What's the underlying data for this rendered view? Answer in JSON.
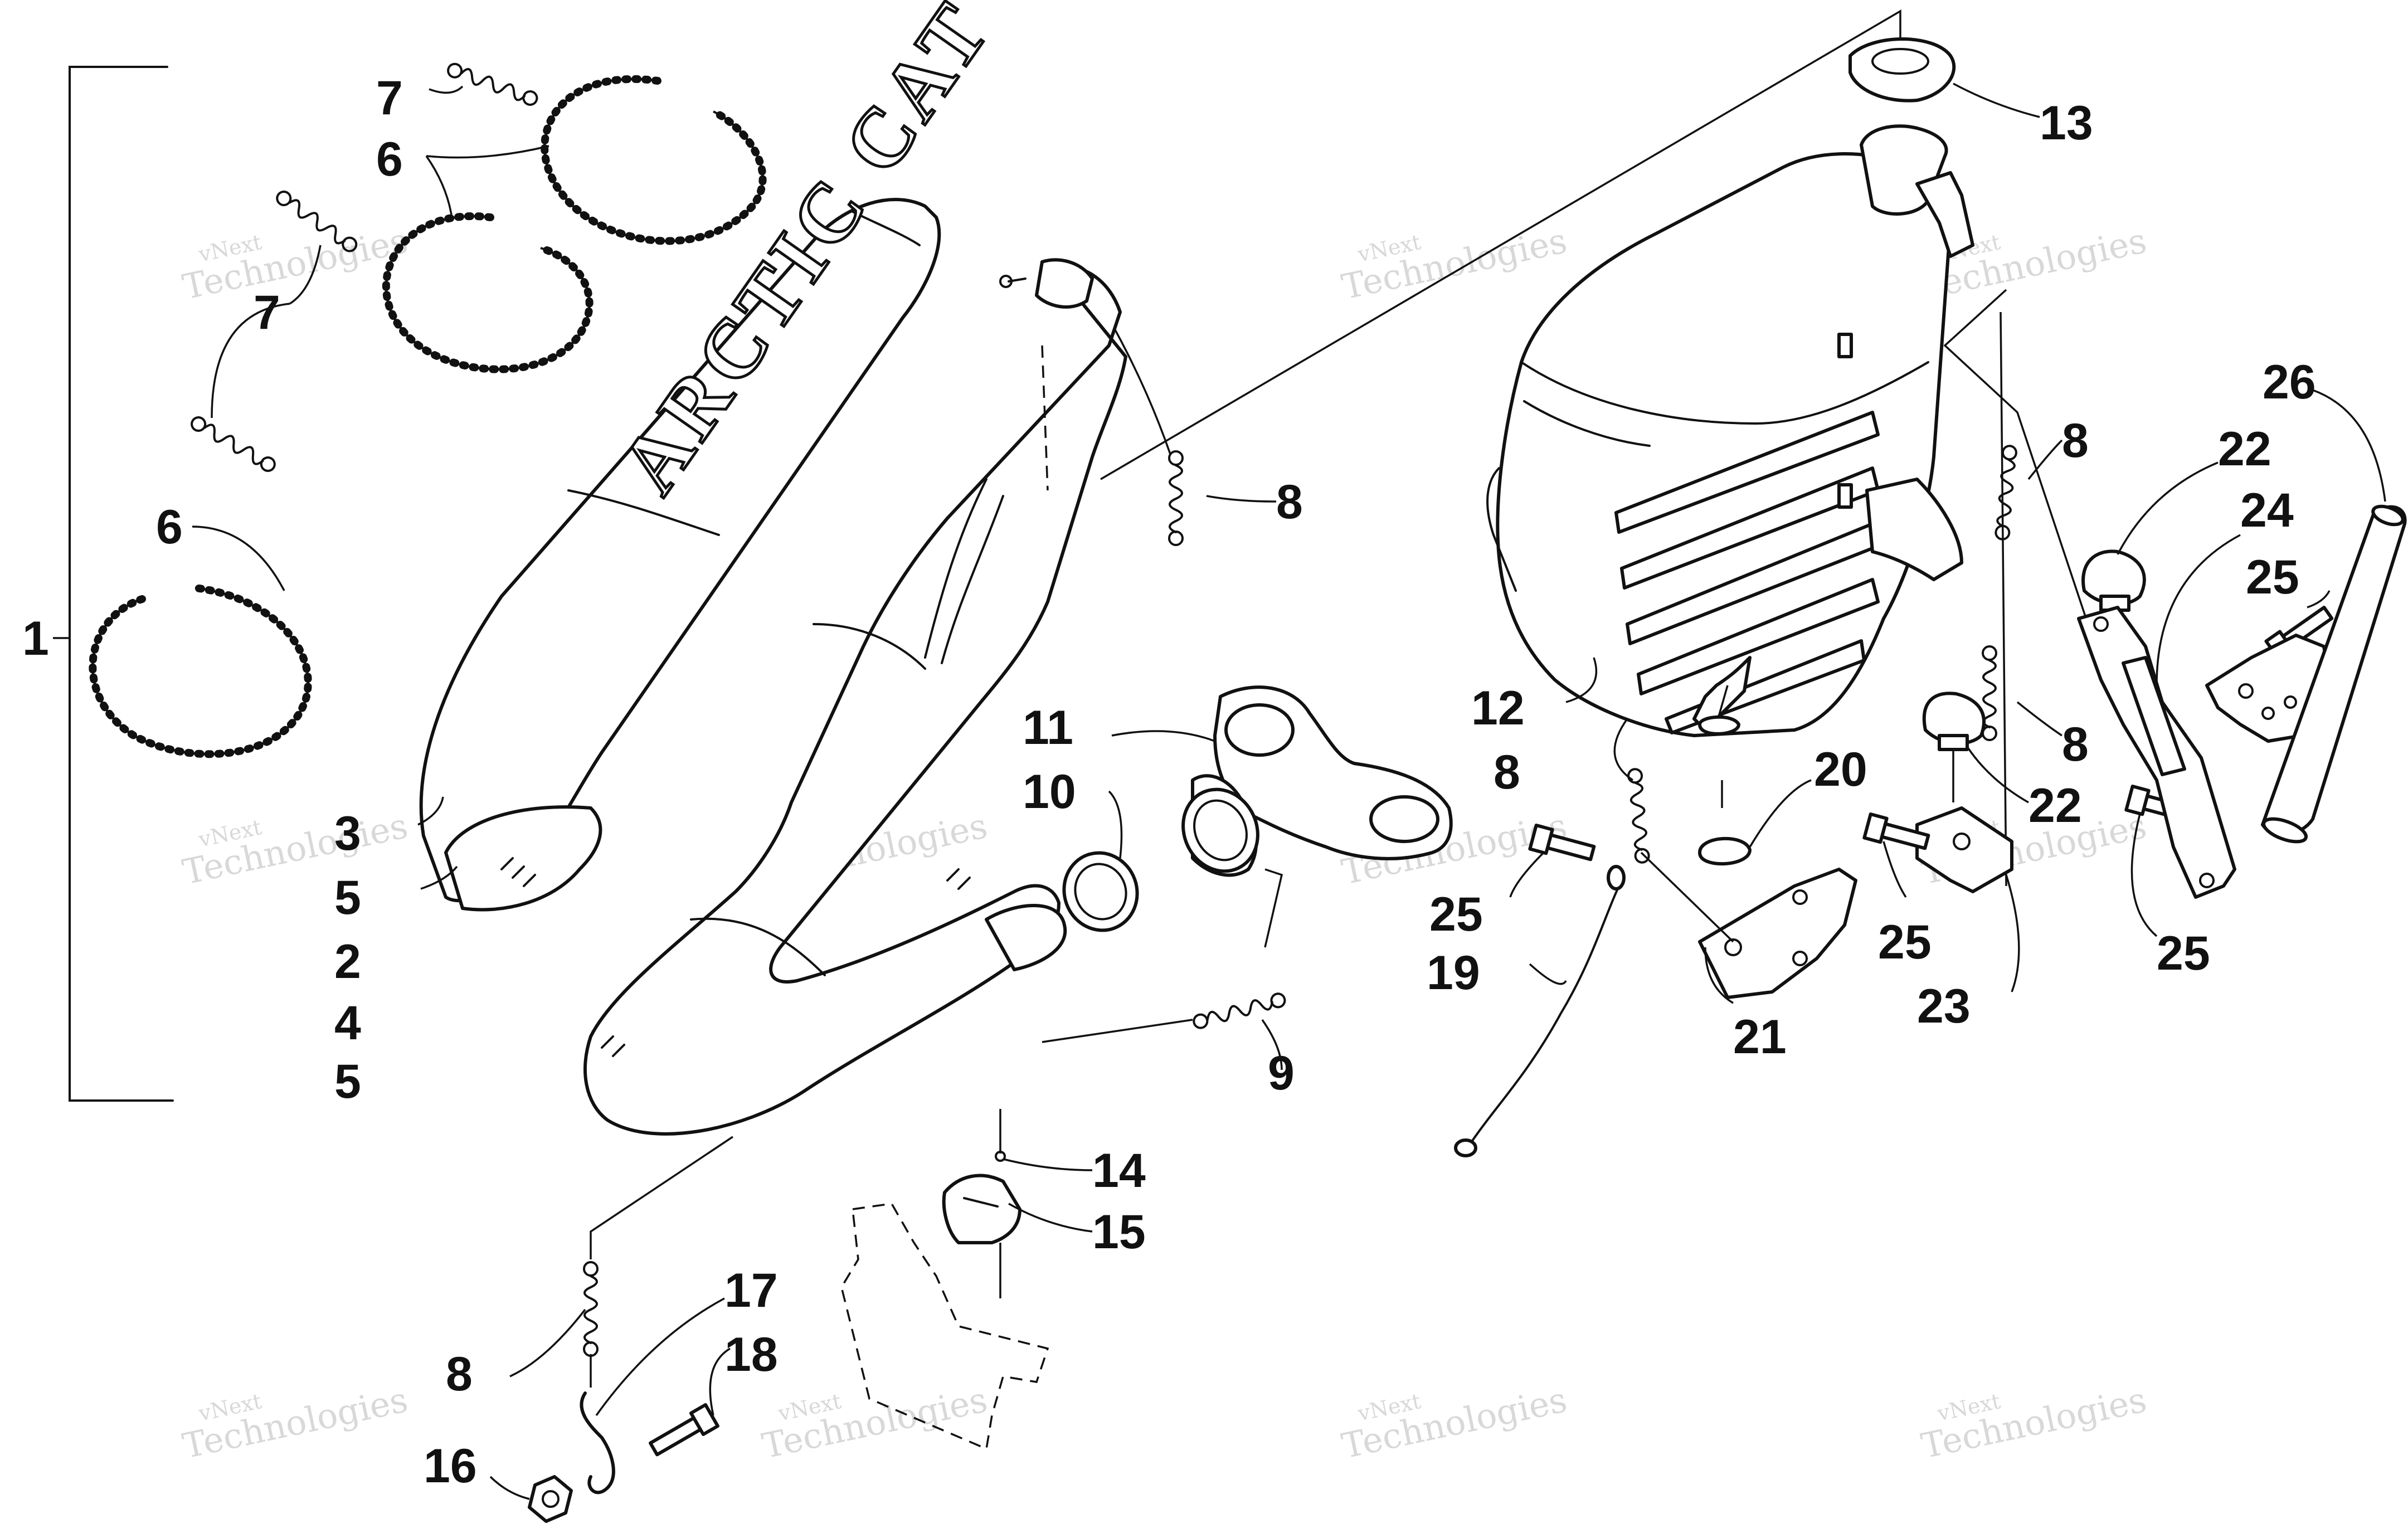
{
  "callouts": [
    "1",
    "2",
    "3",
    "4",
    "5",
    "6",
    "7",
    "8",
    "9",
    "10",
    "11",
    "12",
    "13",
    "14",
    "15",
    "16",
    "17",
    "18",
    "19",
    "20",
    "21",
    "22",
    "23",
    "24",
    "25",
    "26"
  ],
  "logo_text": "ARCTIC CAT",
  "watermark": {
    "line1": "vNext",
    "line2": "Technologies"
  }
}
